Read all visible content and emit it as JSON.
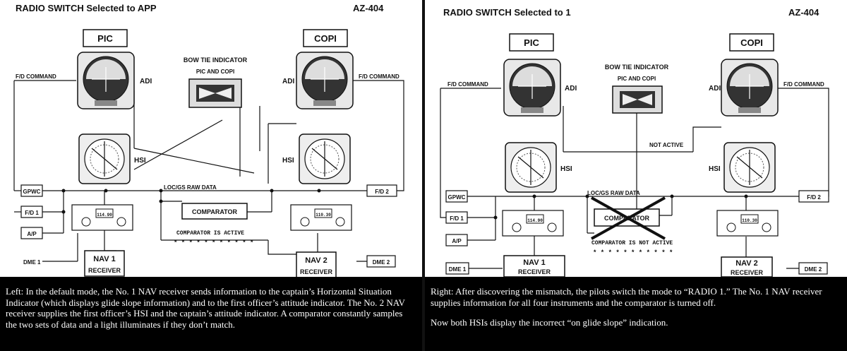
{
  "left": {
    "title": "RADIO SWITCH Selected to APP",
    "doc_id": "AZ-404",
    "pic_label": "PIC",
    "copi_label": "COPI",
    "bow_tie_title": "BOW TIE INDICATOR",
    "bow_tie_sub": "PIC AND COPI",
    "adi_label_left": "ADI",
    "adi_label_right": "ADI",
    "hsi_label_left": "HSI",
    "hsi_label_right": "HSI",
    "fd_command_left": "F/D COMMAND",
    "fd_command_right": "F/D COMMAND",
    "gpwc": "GPWC",
    "fd1": "F/D 1",
    "ap": "A/P",
    "dme1": "DME 1",
    "dme2": "DME 2",
    "fd2": "F/D 2",
    "raw_data": "LOC/GS RAW DATA",
    "comparator": "COMPARATOR",
    "comparator_status": "COMPARATOR IS ACTIVE",
    "stars": "* * * * * * * * * * *",
    "nav1_line1": "NAV 1",
    "nav1_line2": "RECEIVER",
    "nav2_line1": "NAV 2",
    "nav2_line2": "RECEIVER",
    "freq1": "114.90",
    "freq2": "110.30"
  },
  "right": {
    "title": "RADIO SWITCH Selected to 1",
    "doc_id": "AZ-404",
    "pic_label": "PIC",
    "copi_label": "COPI",
    "bow_tie_title": "BOW TIE INDICATOR",
    "bow_tie_sub": "PIC AND COPI",
    "adi_label_left": "ADI",
    "adi_label_right": "ADI",
    "hsi_label_left": "HSI",
    "hsi_label_right": "HSI",
    "fd_command_left": "F/D COMMAND",
    "fd_command_right": "F/D COMMAND",
    "not_active": "NOT ACTIVE",
    "gpwc": "GPWC",
    "fd1": "F/D 1",
    "ap": "A/P",
    "dme1": "DME 1",
    "dme2": "DME 2",
    "fd2": "F/D 2",
    "raw_data": "LOC/GS RAW DATA",
    "comparator": "COMPARATOR",
    "comparator_status": "COMPARATOR IS NOT ACTIVE",
    "stars": "* * * * * * * * * * *",
    "nav1_line1": "NAV 1",
    "nav1_line2": "RECEIVER",
    "nav2_line1": "NAV 2",
    "nav2_line2": "RECEIVER",
    "freq1": "114.90",
    "freq2": "110.30"
  },
  "captions": {
    "left": "Left: In the default mode, the No. 1 NAV receiver sends information to the captain’s Horizontal Situation Indicator (which displays glide slope information) and to the first officer’s attitude indicator. The No. 2 NAV receiver supplies the first officer’s HSI and the captain’s attitude indicator. A comparator constantly samples the two sets of data and a light illuminates if they don’t match.",
    "right_p1": "Right: After discovering the mismatch, the pilots switch the mode to “RADIO 1.” The No. 1 NAV receiver supplies information for all four instruments and the comparator is turned off.",
    "right_p2": "Now both HSIs display the incorrect “on glide slope” indication."
  }
}
